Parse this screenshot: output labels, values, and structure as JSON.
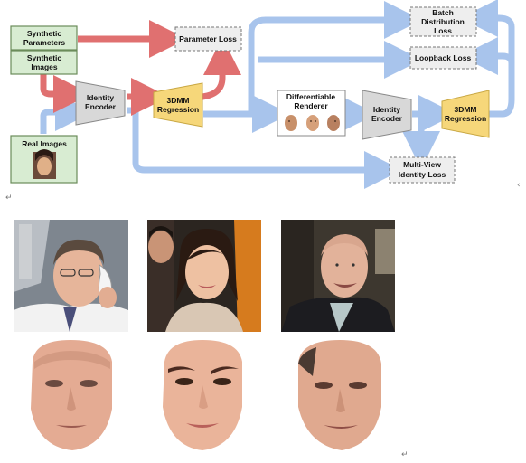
{
  "diagram": {
    "nodes": {
      "synthetic_parameters": [
        "Synthetic",
        "Parameters"
      ],
      "synthetic_images": [
        "Synthetic",
        "Images"
      ],
      "real_images": [
        "Real Images"
      ],
      "identity_encoder_1": [
        "Identity",
        "Encoder"
      ],
      "regression_1": [
        "3DMM",
        "Regression"
      ],
      "parameter_loss": [
        "Parameter Loss"
      ],
      "differentiable_renderer": [
        "Differentiable",
        "Renderer"
      ],
      "identity_encoder_2": [
        "Identity",
        "Encoder"
      ],
      "regression_2": [
        "3DMM",
        "Regression"
      ],
      "batch_distribution_loss": [
        "Batch",
        "Distribution",
        "Loss"
      ],
      "loopback_loss": [
        "Loopback Loss"
      ],
      "multi_view_identity_loss": [
        "Multi-View",
        "Identity Loss"
      ]
    },
    "colors": {
      "synthetic_box": "#d8ecd2",
      "synthetic_border": "#6b8c5a",
      "encoder_fill": "#d8d8d8",
      "regression_fill": "#f6d77a",
      "loss_fill": "#eeeeee",
      "red_arrow": "#e07070",
      "blue_arrow": "#a8c4ec"
    }
  },
  "paragraph_marks": [
    "↵",
    "↵",
    "‹"
  ],
  "photos": [
    {
      "subject": "man-on-phone"
    },
    {
      "subject": "smiling-woman"
    },
    {
      "subject": "bald-man"
    }
  ],
  "reconstructions": [
    {
      "subject": "man-on-phone-3d-face"
    },
    {
      "subject": "smiling-woman-3d-face"
    },
    {
      "subject": "bald-man-3d-face"
    }
  ]
}
